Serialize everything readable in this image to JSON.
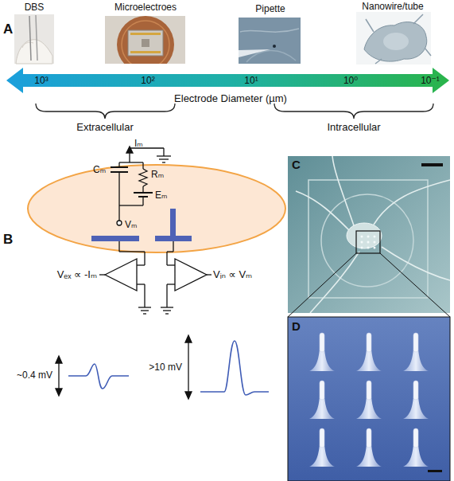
{
  "diagram": {
    "labels": [
      "A",
      "DBS",
      "Microelectroes",
      "Pipette",
      "Nanowire/tube",
      "10³",
      "10²",
      "10¹",
      "10⁰",
      "10⁻¹",
      "Electrode Diameter (µm)",
      "Extracellular",
      "Intracellular",
      "B",
      "Iₘ",
      "Cₘ",
      "Rₘ",
      "Eₘ",
      "Vₘ",
      "Vₑₓ ∝ -Iₘ",
      "Vᵢₙ ∝ Vₘ",
      "~0.4 mV",
      ">10 mV",
      "C",
      "D"
    ]
  }
}
